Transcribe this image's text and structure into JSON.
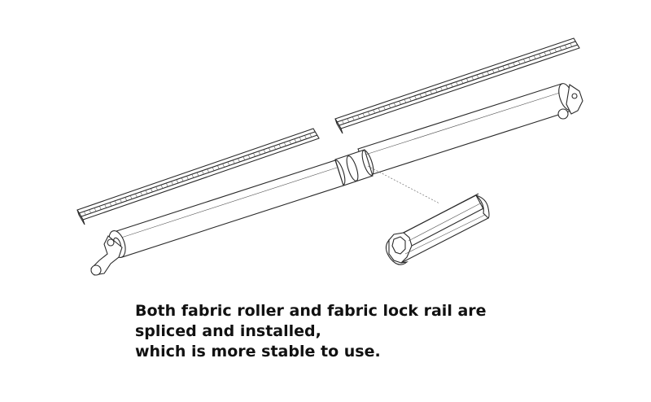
{
  "caption": {
    "lines": [
      "Both fabric roller and fabric lock rail are",
      "spliced and installed,",
      "which is more stable to use."
    ]
  },
  "colors": {
    "line": "#2a2a2a",
    "text": "#111111",
    "background": "#ffffff"
  }
}
